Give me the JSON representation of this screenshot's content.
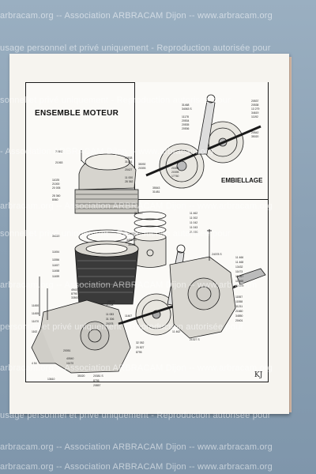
{
  "document": {
    "title": "ENSEMBLE MOTEUR",
    "inset_label": "EMBIELLAGE",
    "signature": "KJ"
  },
  "watermark": {
    "lines": [
      "arbracam.org -- Association ARBRACAM Dijon -- www.arbracam.org",
      "usage personnel et privé uniquement - Reproduction autorisée pour",
      "sonnel et privé uniquement - Reproduction autorisée pour",
      "- Association ARBRACAM Dijon -- www.arbracam.org",
      "arbracam.org -- Association ARBRACAM Dijon -- www.arbracam.org",
      "sonnel et privé uniquement - Reproduction autorisée pour",
      "arbracam.org -- Association ARBRACAM Dijon -- www.arbracam",
      "personnel et privé uniquement - Reproduction autorisée pour",
      "arbracam.org -- Association ARBRACAM Dijon -- www.arbracam.org",
      "usage personnel et privé uniquement - Reproduction autorisée pour",
      "arbracam.org -- Association ARBRACAM Dijon -- www.arbracam.org",
      "arbracam.org -- Association ARBRACAM Dijon -- www.arbracam.org"
    ]
  },
  "part_numbers": {
    "inset": [
      "31468",
      "34063 S",
      "11178",
      "20534",
      "20535",
      "20536",
      "20537",
      "20538",
      "13 279",
      "34619",
      "11192",
      "20542",
      "35020",
      "35092",
      "20393",
      "20394",
      "20395",
      "17760",
      "35543",
      "31481"
    ],
    "main_left": [
      "21880",
      "21063",
      "11025",
      "21000",
      "20 005",
      "28 360",
      "8060",
      "11454",
      "11556",
      "11457",
      "11458",
      "11459",
      "11450",
      "11455",
      "11470",
      "1162",
      "4943",
      "8795",
      "33500",
      "20051",
      "40540",
      "11470",
      "13610",
      "4 54"
    ],
    "main_center": [
      "20538",
      "31061",
      "21 013",
      "20427",
      "11 000",
      "28 362",
      "34020",
      "21009",
      "34867 S",
      "36086",
      "11 462",
      "11 002",
      "11 042",
      "11 043",
      "21 030",
      "20172",
      "11467",
      "21058",
      "11 083",
      "31 306",
      "20078",
      "35020",
      "20381 S",
      "8795",
      "20857",
      "32 052",
      "20 827",
      "8795"
    ],
    "main_right": [
      "24078 S",
      "11 466",
      "11 468",
      "13432",
      "11473",
      "11 067",
      "11 065",
      "13 075",
      "11557",
      "11558",
      "31211",
      "21660",
      "34850",
      "20401",
      "21027 S",
      "11 462"
    ]
  }
}
